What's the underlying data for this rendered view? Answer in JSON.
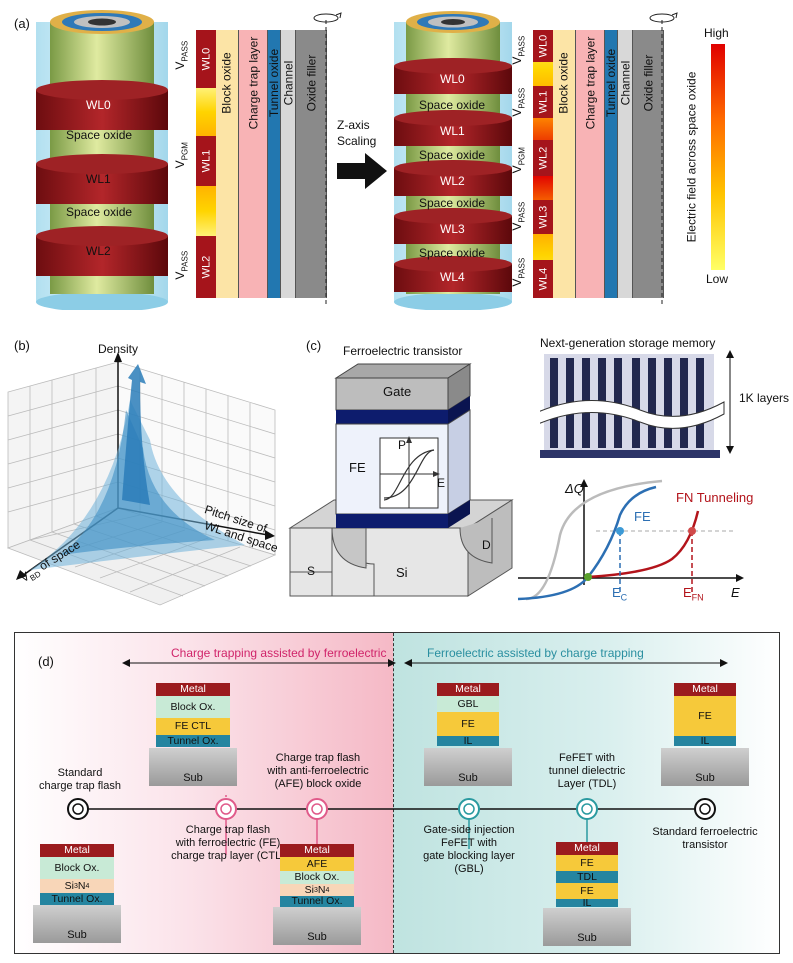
{
  "panel_a": {
    "label": "(a)",
    "left_pillar": {
      "wl0": "WL0",
      "space1": "Space oxide",
      "wl1": "WL1",
      "space2": "Space oxide",
      "wl2": "WL2"
    },
    "left_voltages": {
      "v0": "V",
      "v0sub": "PASS",
      "v1": "V",
      "v1sub": "PGM",
      "v2": "V",
      "v2sub": "PASS"
    },
    "left_wls": {
      "a": "WL0",
      "b": "WL1",
      "c": "WL2"
    },
    "layers": {
      "block": "Block oxide",
      "ctl": "Charge trap layer",
      "tunnel": "Tunnel oxide",
      "channel": "Channel",
      "filler": "Oxide filler"
    },
    "arrow_text": {
      "line1": "Z-axis",
      "line2": "Scaling"
    },
    "right_pillar": {
      "wl0": "WL0",
      "s1": "Space oxide",
      "wl1": "WL1",
      "s2": "Space oxide",
      "wl2": "WL2",
      "s3": "Space oxide",
      "wl3": "WL3",
      "s4": "Space oxide",
      "wl4": "WL4"
    },
    "right_voltages": {
      "sub0": "PASS",
      "sub1": "PASS",
      "sub2": "PGM",
      "sub3": "PASS",
      "sub4": "PASS",
      "v": "V"
    },
    "right_wls": {
      "a": "WL0",
      "b": "WL1",
      "c": "WL2",
      "d": "WL3",
      "e": "WL4"
    },
    "colorbar": {
      "high": "High",
      "low": "Low",
      "title": "Electric field across space oxide"
    }
  },
  "panel_b": {
    "label": "(b)",
    "density": "Density",
    "pitch1": "Pitch size of",
    "pitch2": "WL and space",
    "vbd": "V",
    "vbd_sub": "BD",
    "vbd_rest": " of space"
  },
  "panel_c": {
    "label": "(c)",
    "fe_title": "Ferroelectric transistor",
    "gate": "Gate",
    "fe": "FE",
    "p": "P",
    "e": "E",
    "s": "S",
    "si": "Si",
    "d": "D",
    "storage_title": "Next-generation storage memory",
    "layers_1k": "1K layers",
    "dq": "ΔQ",
    "fe_curve": "FE",
    "fn": "FN Tunneling",
    "ec": "E",
    "ec_sub": "C",
    "efn": "E",
    "efn_sub": "FN",
    "e_axis": "E"
  },
  "panel_d": {
    "label": "(d)",
    "left_header": "Charge trapping assisted by ferroelectric",
    "right_header": "Ferroelectric assisted by charge trapping",
    "t1": {
      "l1": "Standard",
      "l2": "charge trap flash"
    },
    "t2": {
      "l1": "Charge trap flash",
      "l2": "with ferroelectric (FE)",
      "l3": "charge trap layer (CTL)"
    },
    "t3": {
      "l1": "Charge trap flash",
      "l2": "with anti-ferroelectric",
      "l3": "(AFE) block oxide"
    },
    "t4": {
      "l1": "Gate-side injection",
      "l2": "FeFET with",
      "l3": "gate blocking layer",
      "l4": "(GBL)"
    },
    "t5": {
      "l1": "FeFET with",
      "l2": "tunnel dielectric",
      "l3": "Layer (TDL)"
    },
    "t6": {
      "l1": "Standard ferroelectric",
      "l2": "transistor"
    },
    "s1": {
      "metal": "Metal",
      "block": "Block Ox.",
      "si": "Si",
      "si3": "3",
      "n": "N",
      "n4": "4",
      "tunnel": "Tunnel Ox.",
      "sub": "Sub"
    },
    "s2": {
      "metal": "Metal",
      "block": "Block Ox.",
      "fectl": "FE CTL",
      "tunnel": "Tunnel Ox.",
      "sub": "Sub"
    },
    "s3": {
      "metal": "Metal",
      "afe": "AFE",
      "block": "Block Ox.",
      "si": "Si",
      "si3": "3",
      "n": "N",
      "n4": "4",
      "tunnel": "Tunnel Ox.",
      "sub": "Sub"
    },
    "s4": {
      "metal": "Metal",
      "gbl": "GBL",
      "fe": "FE",
      "il": "IL",
      "sub": "Sub"
    },
    "s5": {
      "metal": "Metal",
      "fe1": "FE",
      "tdl": "TDL",
      "fe2": "FE",
      "il": "IL",
      "sub": "Sub"
    },
    "s6": {
      "metal": "Metal",
      "fe": "FE",
      "il": "IL",
      "sub": "Sub"
    }
  }
}
